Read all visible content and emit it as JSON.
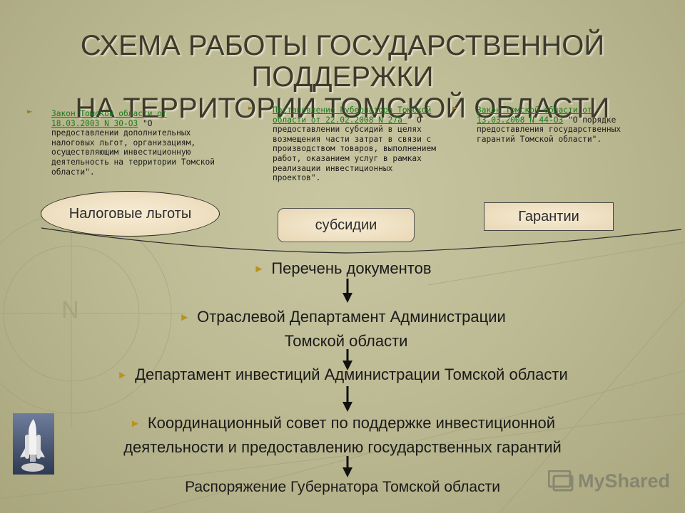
{
  "title": {
    "line1": "СХЕМА РАБОТЫ ГОСУДАРСТВЕННОЙ ПОДДЕРЖКИ",
    "line2": "НА ТЕРРИТОРИИ ТОМСКОЙ ОБЛАСТИ"
  },
  "laws": [
    {
      "link": "Закон Томской области от 18.03.2003  N 30-ОЗ",
      "text": " \"О предоставлении дополнительных налоговых льгот, организациям, осуществляющим инвестиционную деятельность на территории Томской области\"."
    },
    {
      "link": "Постановление Губернатора Томской области от 22.02.2008 N 27а ",
      "text": "\" О предоставлении субсидий в целях возмещения части затрат в связи с производством товаров, выполнением работ, оказанием услуг в рамках  реализации инвестиционных проектов\"."
    },
    {
      "link": "Закон Томской области от 13.03.2008 N 44-ОЗ",
      "text": " \"О порядке предоставления государственных гарантий Томской области\"."
    }
  ],
  "boxes": {
    "tax": "Налоговые льготы",
    "subsidy": "субсидии",
    "guarantee": "Гарантии"
  },
  "flow": {
    "step1": "Перечень документов",
    "step2_line1": "Отраслевой Департамент Администрации",
    "step2_line2": "Томской области",
    "step3": "Департамент инвестиций Администрации Томской области",
    "step4_line1": "Координационный совет по поддержке инвестиционной",
    "step4_line2": "деятельности и предоставлению государственных гарантий",
    "step5": "Распоряжение Губернатора Томской области"
  },
  "watermark": "MyShared",
  "icons": {
    "bullet": "triangle-bullet-icon",
    "shuttle": "space-shuttle-icon",
    "logo": "myshared-logo-icon"
  },
  "colors": {
    "background": "#c1bf98",
    "title": "#3d3a2a",
    "link": "#1e7a1e",
    "bullet": "#b7931f",
    "box_fill": "#efdfc2"
  }
}
